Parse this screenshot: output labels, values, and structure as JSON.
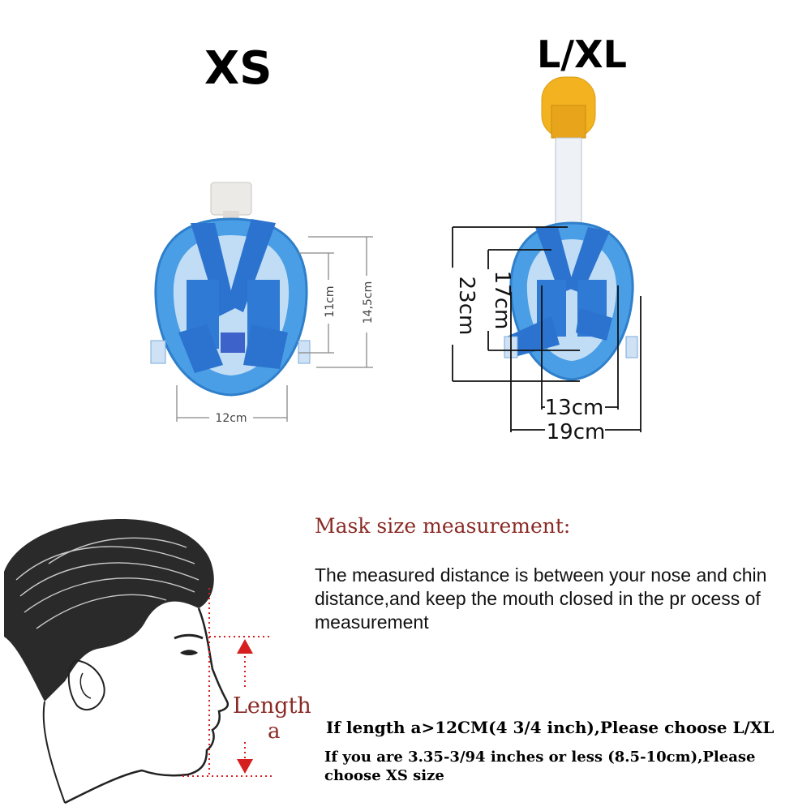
{
  "sizes": {
    "xs": {
      "label": "XS",
      "dims": {
        "height_inner": "11cm",
        "height_outer": "14,5cm",
        "width": "12cm"
      }
    },
    "lxl": {
      "label": "L/XL",
      "dims": {
        "height_outer": "23cm",
        "height_inner": "17cm",
        "width_inner": "13cm",
        "width_outer": "19cm"
      }
    }
  },
  "measure": {
    "heading": "Mask size measurement:",
    "description": "The measured distance is between your nose and chin distance,and keep the mouth closed in the pr ocess of measurement",
    "length_label": "Length",
    "length_var": "a",
    "rule_large": "If length a>12CM(4 3/4 inch),Please choose L/XL",
    "rule_small": "If you are 3.35-3/94 inches or less (8.5-10cm),Please choose XS size"
  },
  "colors": {
    "mask_blue": "#3a8fe0",
    "strap_blue": "#2b73cf",
    "heading_red": "#8a2a25",
    "arrow_red": "#d61f1f",
    "tube_yellow": "#f3b321"
  }
}
